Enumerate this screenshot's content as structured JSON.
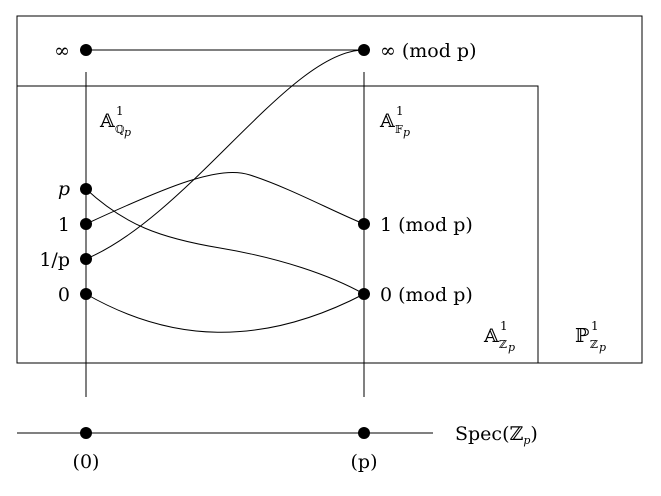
{
  "regions": {
    "affine_Qp": {
      "base": "𝔸",
      "sup": "1",
      "sub": "ℚ",
      "subsub": "p"
    },
    "affine_Fp": {
      "base": "𝔸",
      "sup": "1",
      "sub": "𝔽",
      "subsub": "p"
    },
    "affine_Zp": {
      "base": "𝔸",
      "sup": "1",
      "sub": "ℤ",
      "subsub": "p"
    },
    "projective_Zp": {
      "base": "ℙ",
      "sup": "1",
      "sub": "ℤ",
      "subsub": "p"
    }
  },
  "generic_fiber_points": [
    "∞",
    "p",
    "1",
    "1/p",
    "0"
  ],
  "special_fiber_points": [
    "∞ (mod p)",
    "1 (mod p)",
    "0 (mod p)"
  ],
  "base": {
    "label": "Spec(ℤp)",
    "label_main": "Spec(ℤ",
    "label_sub": "p",
    "label_close": ")",
    "points": [
      "(0)",
      "(p)"
    ]
  }
}
